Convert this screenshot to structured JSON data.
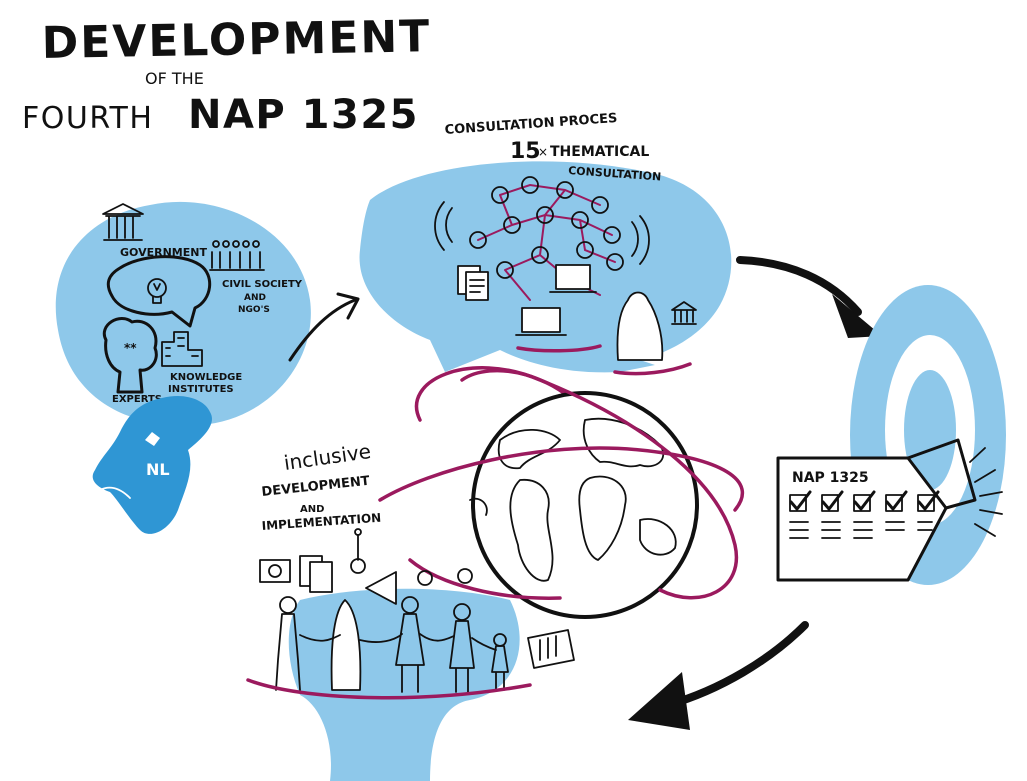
{
  "title": {
    "line1": "DEVELOPMENT",
    "line2": "OF THE",
    "line3_a": "FOURTH",
    "line3_b": "NAP 1325"
  },
  "consultation": {
    "heading": "CONSULTATION PROCES",
    "count": "15",
    "times": "×",
    "sub_a": "THEMATICAL",
    "sub_b": "CONSULTATION"
  },
  "stakeholders": {
    "government": "GOVERNMENT",
    "civil_a": "CIVIL SOCIETY",
    "civil_b": "AND",
    "civil_c": "NGO'S",
    "knowledge_a": "KNOWLEDGE",
    "knowledge_b": "INSTITUTES",
    "experts": "EXPERTS",
    "country": "NL"
  },
  "nap_document": {
    "label": "NAP 1325",
    "checkbox_count": 5
  },
  "implementation": {
    "line1": "inclusive",
    "line2": "DEVELOPMENT",
    "line3": "AND",
    "line4": "IMPLEMENTATION"
  },
  "colors": {
    "light_blue": "#8ec8ea",
    "mid_blue": "#2f96d4",
    "plum": "#9b1a5e",
    "ink": "#111111"
  },
  "icons": [
    "building-icon",
    "people-group-icon",
    "lightbulb-icon",
    "expert-head-icon",
    "netherlands-map-icon",
    "globe-icon",
    "megaphone-icon",
    "laptop-icon",
    "document-icon",
    "checkbox-icon",
    "sun-rays-icon",
    "arrow-icon"
  ]
}
